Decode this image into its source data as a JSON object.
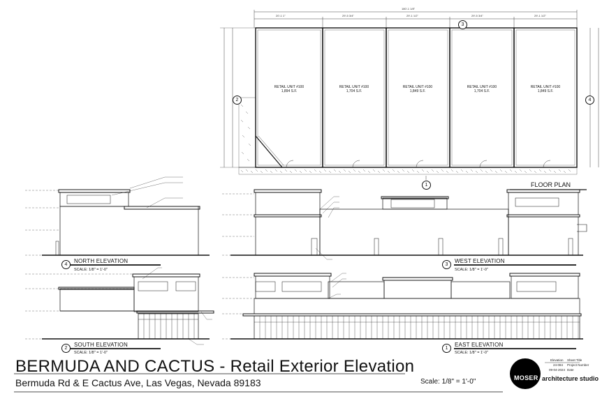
{
  "floor_plan": {
    "overall_dimension": "180'-1 1/8\"",
    "segment_dimensions": [
      "20'-1 1\"",
      "29'-5 3/4\"",
      "29'-1 1/2\"",
      "29'-5 3/4\"",
      "29'-1 1/2\""
    ],
    "units": [
      {
        "name": "RETAIL UNIT #100",
        "area": "1,894 S.F."
      },
      {
        "name": "RETAIL UNIT #100",
        "area": "1,704 S.F."
      },
      {
        "name": "RETAIL UNIT #100",
        "area": "1,849 S.F."
      },
      {
        "name": "RETAIL UNIT #100",
        "area": "1,704 S.F."
      },
      {
        "name": "RETAIL UNIT #100",
        "area": "1,849 S.F."
      }
    ],
    "title": "FLOOR PLAN",
    "callouts": [
      "1",
      "2",
      "3",
      "4"
    ]
  },
  "elevations": {
    "north": {
      "number": "4",
      "title": "NORTH ELEVATION",
      "scale": "SCALE: 1/8\" = 1'-0\""
    },
    "west": {
      "number": "3",
      "title": "WEST ELEVATION",
      "scale": "SCALE: 1/8\" = 1'-0\""
    },
    "south": {
      "number": "2",
      "title": "SOUTH ELEVATION",
      "scale": "SCALE: 1/8\" = 1'-0\""
    },
    "east": {
      "number": "1",
      "title": "EAST ELEVATION",
      "scale": "SCALE: 1/8\" = 1'-0\""
    }
  },
  "title_block": {
    "title": "BERMUDA AND CACTUS - Retail Exterior Elevation",
    "address": "Bermuda Rd & E Cactus Ave, Las Vegas, Nevada 89183",
    "scale": "Scale: 1/8\" = 1'-0\"",
    "sheet_name": "Elevation",
    "sheet_name_label": "Sheet Title",
    "project_number": "24-084",
    "project_number_label": "Project Number",
    "date": "09-04-2024",
    "date_label": "Date",
    "firm_mark": "MOSER",
    "firm_name": "architecture studio"
  }
}
